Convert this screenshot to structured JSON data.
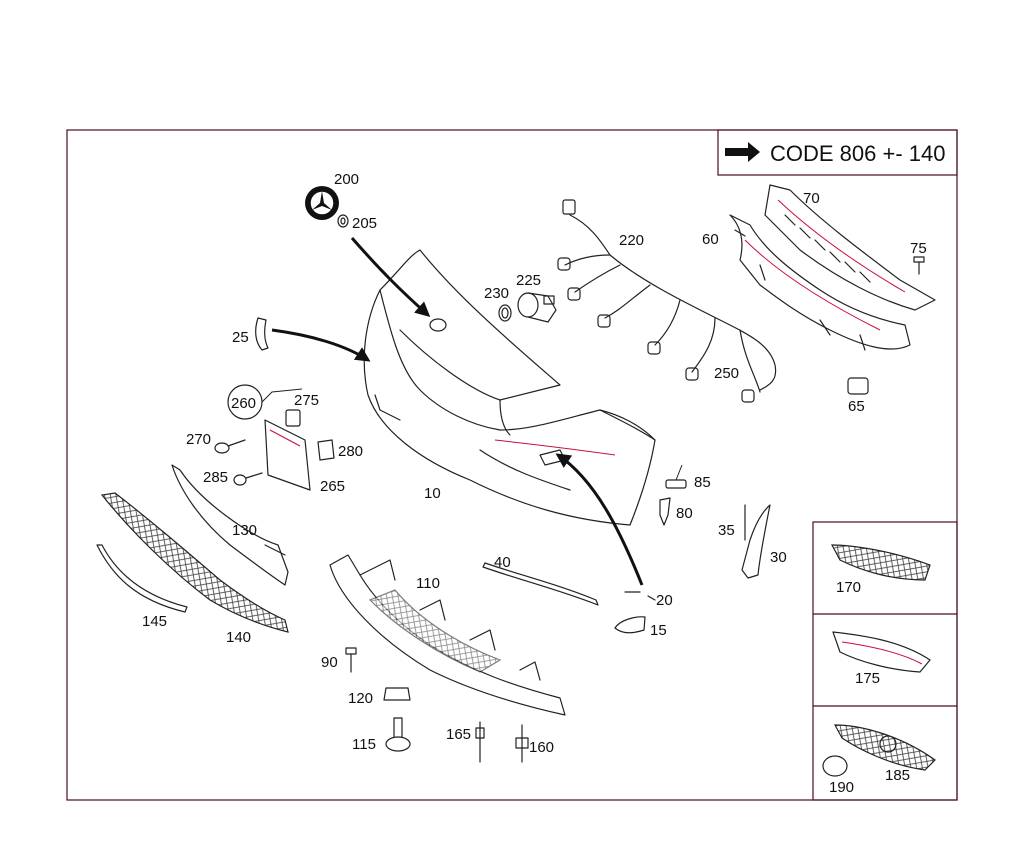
{
  "code_box": {
    "text": "CODE 806 +- 140"
  },
  "labels": {
    "p10": "10",
    "p15": "15",
    "p20": "20",
    "p25": "25",
    "p30": "30",
    "p35": "35",
    "p40": "40",
    "p60": "60",
    "p65": "65",
    "p70": "70",
    "p75": "75",
    "p80": "80",
    "p85": "85",
    "p90": "90",
    "p110": "110",
    "p115": "115",
    "p120": "120",
    "p130": "130",
    "p140": "140",
    "p145": "145",
    "p160": "160",
    "p165": "165",
    "p170": "170",
    "p175": "175",
    "p185": "185",
    "p190": "190",
    "p200": "200",
    "p205": "205",
    "p220": "220",
    "p225": "225",
    "p230": "230",
    "p250": "250",
    "p260": "260",
    "p265": "265",
    "p270": "270",
    "p275": "275",
    "p280": "280",
    "p285": "285"
  },
  "colors": {
    "frame": "#4a0f1e",
    "accent": "#c8103c",
    "line": "#222222"
  }
}
